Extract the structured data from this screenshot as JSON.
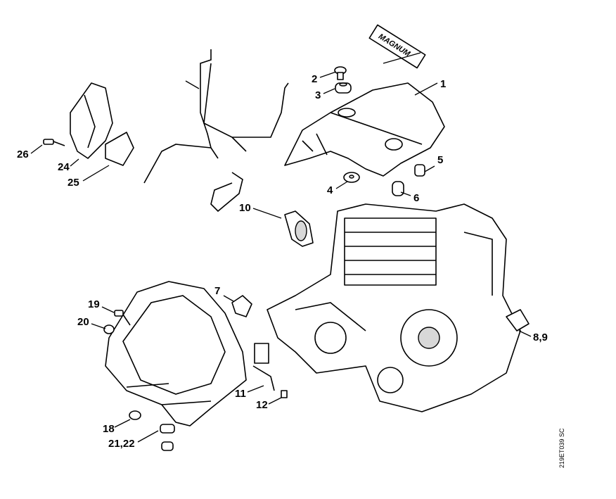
{
  "diagram": {
    "decal_text": "MAGNUM",
    "drawing_code": "219ET039 SC",
    "callouts": [
      "1",
      "2",
      "3",
      "4",
      "5",
      "6",
      "7",
      "8,9",
      "10",
      "11",
      "12",
      "18",
      "19",
      "20",
      "21,22",
      "24",
      "25",
      "26"
    ]
  }
}
